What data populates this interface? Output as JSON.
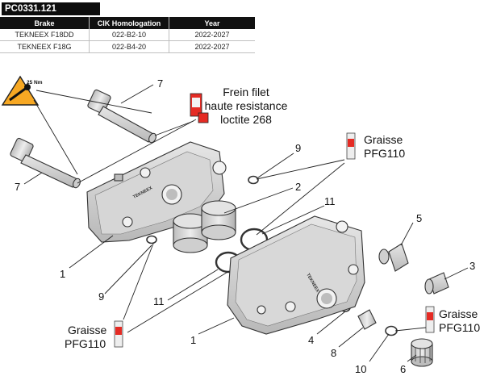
{
  "reference": "PC0331.121",
  "table": {
    "headers": [
      "Brake",
      "CIK Homologation",
      "Year"
    ],
    "rows": [
      [
        "TEKNEEX F18DD",
        "022-B2-10",
        "2022-2027"
      ],
      [
        "TEKNEEX F18G",
        "022-B4-20",
        "2022-2027"
      ]
    ]
  },
  "torque": "25 Nm",
  "notes": {
    "loctite": [
      "Frein filet",
      "haute resistance",
      "loctite 268"
    ],
    "grease_top": [
      "Graisse",
      "PFG110"
    ],
    "grease_left": [
      "Graisse",
      "PFG110"
    ],
    "grease_right": [
      "Graisse",
      "PFG110"
    ]
  },
  "caliper_labels": {
    "rear": "TEKNEEX",
    "front": "TEKNEEX"
  },
  "callouts": [
    "7",
    "7",
    "9",
    "2",
    "11",
    "5",
    "3",
    "1",
    "9",
    "11",
    "1",
    "4",
    "8",
    "10",
    "6"
  ],
  "colors": {
    "part_fill": "#cfcfcf",
    "part_face": "#dcdcdc",
    "badge_orange": "#f7a823",
    "loctite_red": "#e52b24"
  }
}
